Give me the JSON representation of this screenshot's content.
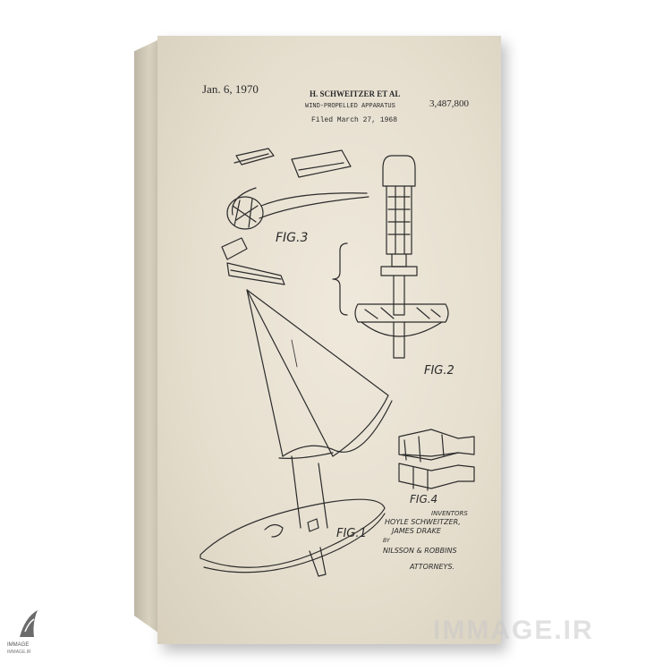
{
  "patent": {
    "date": "Jan. 6, 1970",
    "inventors_header": "H. SCHWEITZER ET AL",
    "title": "WIND-PROPELLED APPARATUS",
    "filed": "Filed March 27, 1968",
    "number": "3,487,800"
  },
  "figures": {
    "fig1": "FIG.1",
    "fig2": "FIG.2",
    "fig3": "FIG.3",
    "fig4": "FIG.4"
  },
  "signature": {
    "inventors_label": "INVENTORS",
    "inventor_names_1": "HOYLE SCHWEITZER,",
    "inventor_names_2": "JAMES DRAKE",
    "by": "BY",
    "firm": "NILSSON & ROBBINS",
    "attorneys": "ATTORNEYS."
  },
  "watermark": "IMMAGE.IR",
  "logo": {
    "line1": "IMMAGE",
    "line2": "IMMAGE.IR"
  },
  "colors": {
    "paper": "#e6dfcf",
    "ink": "#2b2b2b"
  }
}
